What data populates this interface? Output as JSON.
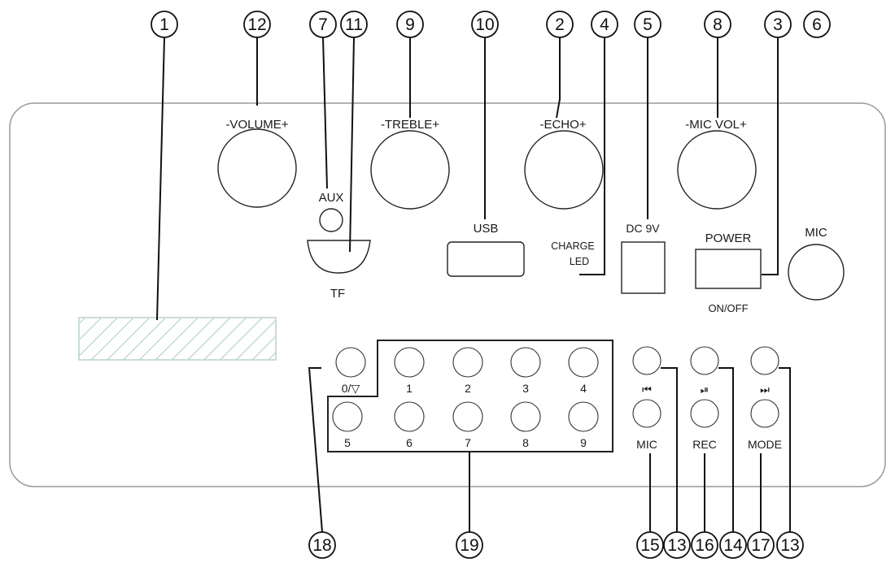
{
  "panel": {
    "knobs": {
      "volume": "-VOLUME+",
      "treble": "-TREBLE+",
      "echo": "-ECHO+",
      "mic_vol": "-MIC VOL+"
    },
    "labels": {
      "aux": "AUX",
      "tf": "TF",
      "usb": "USB",
      "charge": "CHARGE",
      "led": "LED",
      "dc": "DC 9V",
      "power": "POWER",
      "on_off": "ON/OFF",
      "mic_jack": "MIC"
    },
    "keypad": [
      "0/▽",
      "1",
      "2",
      "3",
      "4",
      "5",
      "6",
      "7",
      "8",
      "9"
    ],
    "transport": {
      "prev_symbol": "⏮",
      "play_symbol": "⏯",
      "next_symbol": "⏭",
      "mic": "MIC",
      "rec": "REC",
      "mode": "MODE"
    }
  },
  "callouts": {
    "c1": "1",
    "c12": "12",
    "c7": "7",
    "c11": "11",
    "c9": "9",
    "c10": "10",
    "c2": "2",
    "c4": "4",
    "c5": "5",
    "c8": "8",
    "c3": "3",
    "c6": "6",
    "c18": "18",
    "c19": "19",
    "c15": "15",
    "c13a": "13",
    "c16": "16",
    "c14": "14",
    "c17": "17",
    "c13b": "13"
  }
}
